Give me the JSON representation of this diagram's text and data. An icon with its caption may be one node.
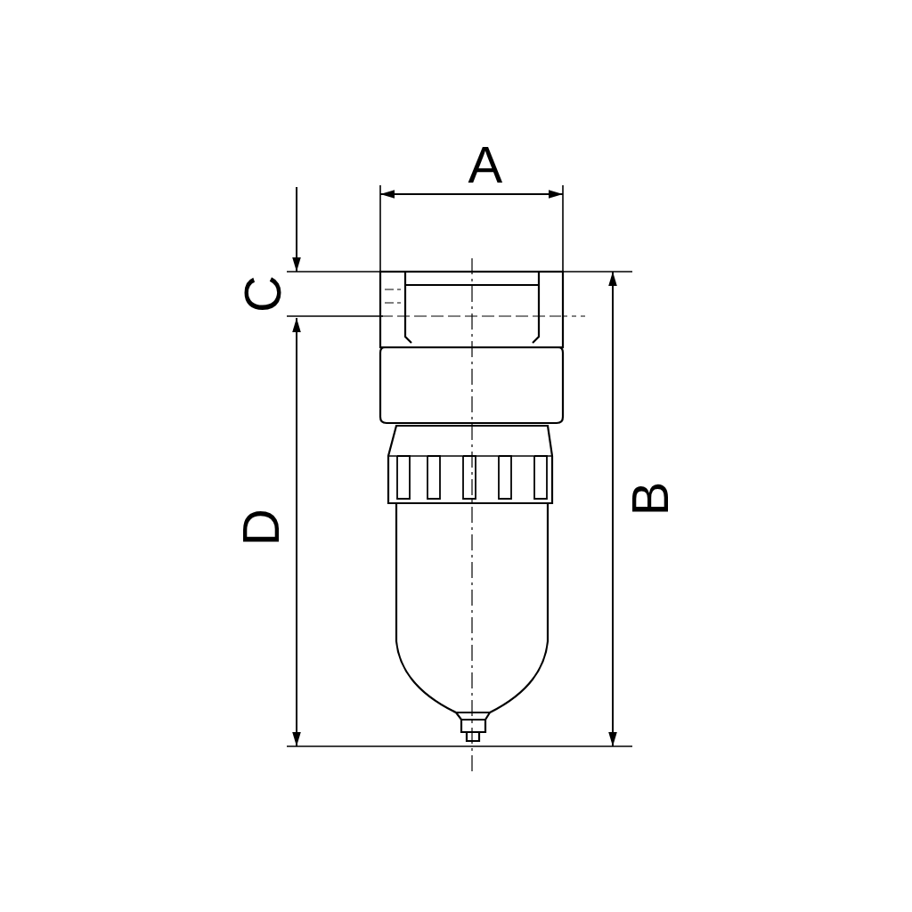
{
  "diagram": {
    "labels": [
      "A",
      "C",
      "D",
      "B"
    ]
  }
}
